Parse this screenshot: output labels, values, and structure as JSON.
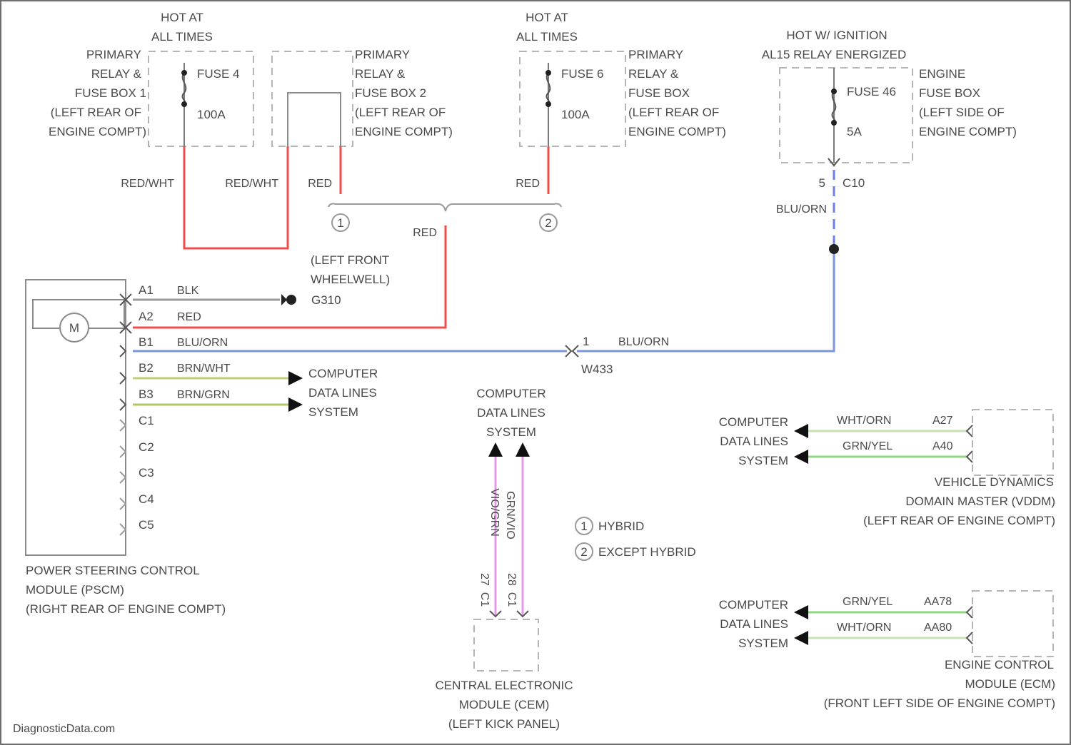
{
  "colors": {
    "wire_red": "#f24d4d",
    "wire_blue": "#7a96d8",
    "wire_gray": "#9a9a9a",
    "wire_yellow_green": "#bfcf7a",
    "wire_green": "#93d680",
    "wire_light_green": "#c4e2b6",
    "wire_pink": "#e69ae6",
    "box_dash": "#b5b5b5"
  },
  "fuse_box_1": {
    "hot_lines": [
      "HOT AT",
      "ALL TIMES"
    ],
    "location_lines": [
      "PRIMARY",
      "RELAY &",
      "FUSE BOX 1",
      "(LEFT REAR OF",
      "ENGINE COMPT)"
    ],
    "fuse_name": "FUSE 4",
    "fuse_rating": "100A"
  },
  "fuse_box_2": {
    "location_lines": [
      "PRIMARY",
      "RELAY &",
      "FUSE BOX 2",
      "(LEFT REAR OF",
      "ENGINE COMPT)"
    ]
  },
  "fuse_box_3": {
    "hot_lines": [
      "HOT AT",
      "ALL TIMES"
    ],
    "fuse_name": "FUSE 6",
    "fuse_rating": "100A",
    "location_lines": [
      "PRIMARY",
      "RELAY &",
      "FUSE BOX",
      "(LEFT REAR OF",
      "ENGINE COMPT)"
    ]
  },
  "engine_fuse_box": {
    "hot_lines": [
      "HOT W/ IGNITION",
      "AL15 RELAY ENERGIZED"
    ],
    "fuse_name": "FUSE 46",
    "fuse_rating": "5A",
    "location_lines": [
      "ENGINE",
      "FUSE BOX",
      "(LEFT SIDE OF",
      "ENGINE COMPT)"
    ],
    "pin": "5",
    "connector": "C10"
  },
  "wires": {
    "red_white_1": "RED/WHT",
    "red_white_2": "RED/WHT",
    "red_1": "RED",
    "red_2": "RED",
    "red_splice": "RED",
    "blu_orn_upper": "BLU/ORN",
    "blu_orn_lower": "BLU/ORN"
  },
  "splice": {
    "variant_1": "1",
    "variant_2": "2"
  },
  "ground": {
    "location_lines": [
      "(LEFT FRONT",
      "WHEELWELL)"
    ],
    "name": "G310"
  },
  "pscm": {
    "motor": "M",
    "pins": [
      {
        "pin": "A1",
        "wire": "BLK"
      },
      {
        "pin": "A2",
        "wire": "RED"
      },
      {
        "pin": "B1",
        "wire": "BLU/ORN"
      },
      {
        "pin": "B2",
        "wire": "BRN/WHT"
      },
      {
        "pin": "B3",
        "wire": "BRN/GRN"
      },
      {
        "pin": "C1",
        "wire": ""
      },
      {
        "pin": "C2",
        "wire": ""
      },
      {
        "pin": "C3",
        "wire": ""
      },
      {
        "pin": "C4",
        "wire": ""
      },
      {
        "pin": "C5",
        "wire": ""
      }
    ],
    "name_lines": [
      "POWER STEERING CONTROL",
      "MODULE (PSCM)",
      "(RIGHT REAR OF ENGINE COMPT)"
    ]
  },
  "inline_connector": {
    "pin": "1",
    "name": "W433"
  },
  "cdl_pscm": [
    "COMPUTER",
    "DATA LINES",
    "SYSTEM"
  ],
  "cdl_cem": [
    "COMPUTER",
    "DATA LINES",
    "SYSTEM"
  ],
  "cem": {
    "wire_1": "VIO/GRN",
    "wire_2": "GRN/VIO",
    "pin_1": "27",
    "pin_2": "28",
    "connector": "C1",
    "name_lines": [
      "CENTRAL ELECTRONIC",
      "MODULE (CEM)",
      "(LEFT KICK PANEL)"
    ]
  },
  "vdm": {
    "cdl_lines": [
      "COMPUTER",
      "DATA LINES",
      "SYSTEM"
    ],
    "wire_1": "WHT/ORN",
    "pin_1": "A27",
    "wire_2": "GRN/YEL",
    "pin_2": "A40",
    "name_lines": [
      "VEHICLE DYNAMICS",
      "DOMAIN MASTER (VDDM)",
      "(LEFT REAR OF ENGINE COMPT)"
    ]
  },
  "legend": {
    "hybrid": "HYBRID",
    "except_hybrid": "EXCEPT HYBRID"
  },
  "ecm": {
    "cdl_lines": [
      "COMPUTER",
      "DATA LINES",
      "SYSTEM"
    ],
    "wire_1": "GRN/YEL",
    "pin_1": "AA78",
    "wire_2": "WHT/ORN",
    "pin_2": "AA80",
    "name_lines": [
      "ENGINE CONTROL",
      "MODULE (ECM)",
      "(FRONT LEFT SIDE OF ENGINE COMPT)"
    ]
  },
  "watermark": "DiagnosticData.com"
}
